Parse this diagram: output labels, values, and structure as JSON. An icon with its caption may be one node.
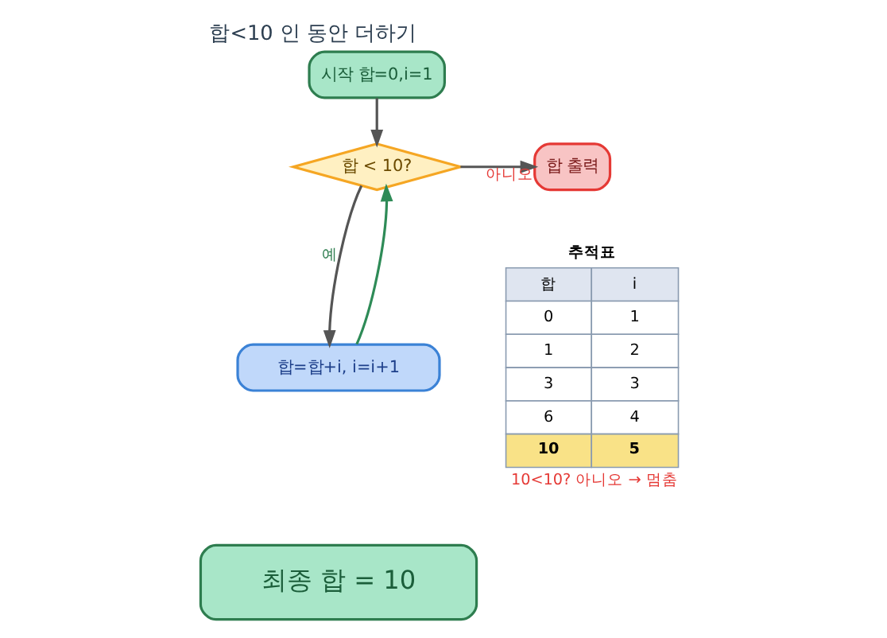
{
  "diagram": {
    "title": "합<10 인 동안 더하기",
    "nodes": [
      {
        "text": [
          "시작 합=0,i=1"
        ]
      },
      {
        "text": [
          "합 < 10?"
        ]
      },
      {
        "text": [
          "합 출력"
        ]
      },
      {
        "text": [
          "합=합+i, i=i+1"
        ]
      },
      {
        "text": [
          "최종 합 = 10"
        ]
      }
    ],
    "edges": [
      {
        "from": 0,
        "to": 1,
        "arrow": "to"
      },
      {
        "from": 1,
        "to": 2,
        "arrow": "to",
        "label": "아니오"
      },
      {
        "from": 1,
        "to": 3,
        "arrow": "to",
        "label": "예"
      },
      {
        "from": 3,
        "to": 1,
        "arrow": "to",
        "color": "#2e8b57"
      }
    ],
    "labels": [
      "추적표",
      "합",
      "i",
      "0",
      "1",
      "1",
      "2",
      "3",
      "3",
      "6",
      "4",
      "10",
      "5",
      "10<10? 아니오 → 멈춤"
    ]
  }
}
